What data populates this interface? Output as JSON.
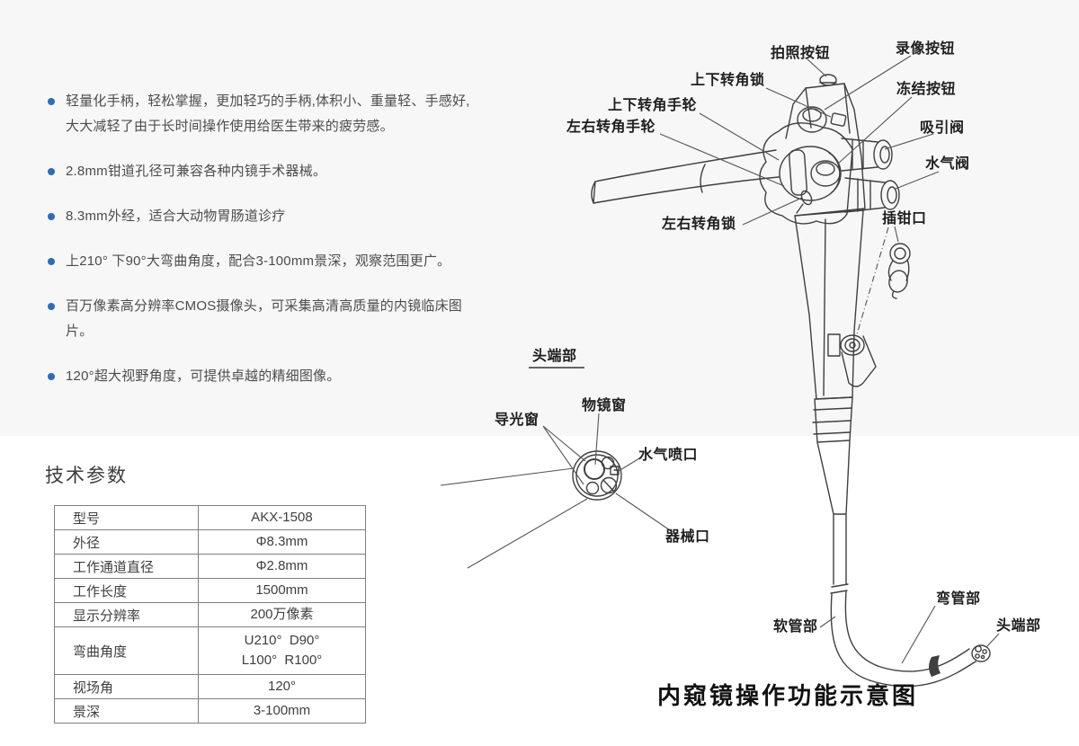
{
  "features": {
    "items": [
      "轻量化手柄，轻松掌握，更加轻巧的手柄,体积小、重量轻、手感好,大大减轻了由于长时间操作使用给医生带来的疲劳感。",
      "2.8mm钳道孔径可兼容各种内镜手术器械。",
      "8.3mm外经，适合大动物胃肠道诊疗",
      "上210° 下90°大弯曲角度，配合3-100mm景深，观察范围更广。",
      "百万像素高分辨率CMOS摄像头，可采集高清高质量的内镜临床图片。",
      "120°超大视野角度，可提供卓越的精细图像。"
    ]
  },
  "tech_specs": {
    "heading": "技术参数",
    "rows": [
      {
        "label": "型号",
        "value": "AKX-1508"
      },
      {
        "label": "外径",
        "value": "Φ8.3mm"
      },
      {
        "label": "工作通道直径",
        "value": "Φ2.8mm"
      },
      {
        "label": "工作长度",
        "value": "1500mm"
      },
      {
        "label": "显示分辨率",
        "value": "200万像素"
      },
      {
        "label": "弯曲角度",
        "value": "U210°  D90°",
        "value2": "L100°  R100°"
      },
      {
        "label": "视场角",
        "value": "120°"
      },
      {
        "label": "景深",
        "value": "3-100mm"
      }
    ]
  },
  "diagram": {
    "labels": {
      "photo_button": "拍照按钮",
      "record_button": "录像按钮",
      "updown_lock": "上下转角锁",
      "updown_wheel": "上下转角手轮",
      "leftright_wheel": "左右转角手轮",
      "freeze_button": "冻结按钮",
      "suction_valve": "吸引阀",
      "airwater_valve": "水气阀",
      "leftright_lock": "左右转角锁",
      "forceps_port": "插钳口",
      "tip_section_heading": "头端部",
      "objective_window": "物镜窗",
      "light_window": "导光窗",
      "airwater_nozzle": "水气喷口",
      "instrument_port": "器械口",
      "soft_tube": "软管部",
      "bending_tube": "弯管部",
      "tip_end": "头端部"
    },
    "caption": "内窥镜操作功能示意图"
  },
  "colors": {
    "bullet_accent": "#2e6db4",
    "band_background": "#f7f7f7",
    "line_art": "#3f3f3f"
  }
}
